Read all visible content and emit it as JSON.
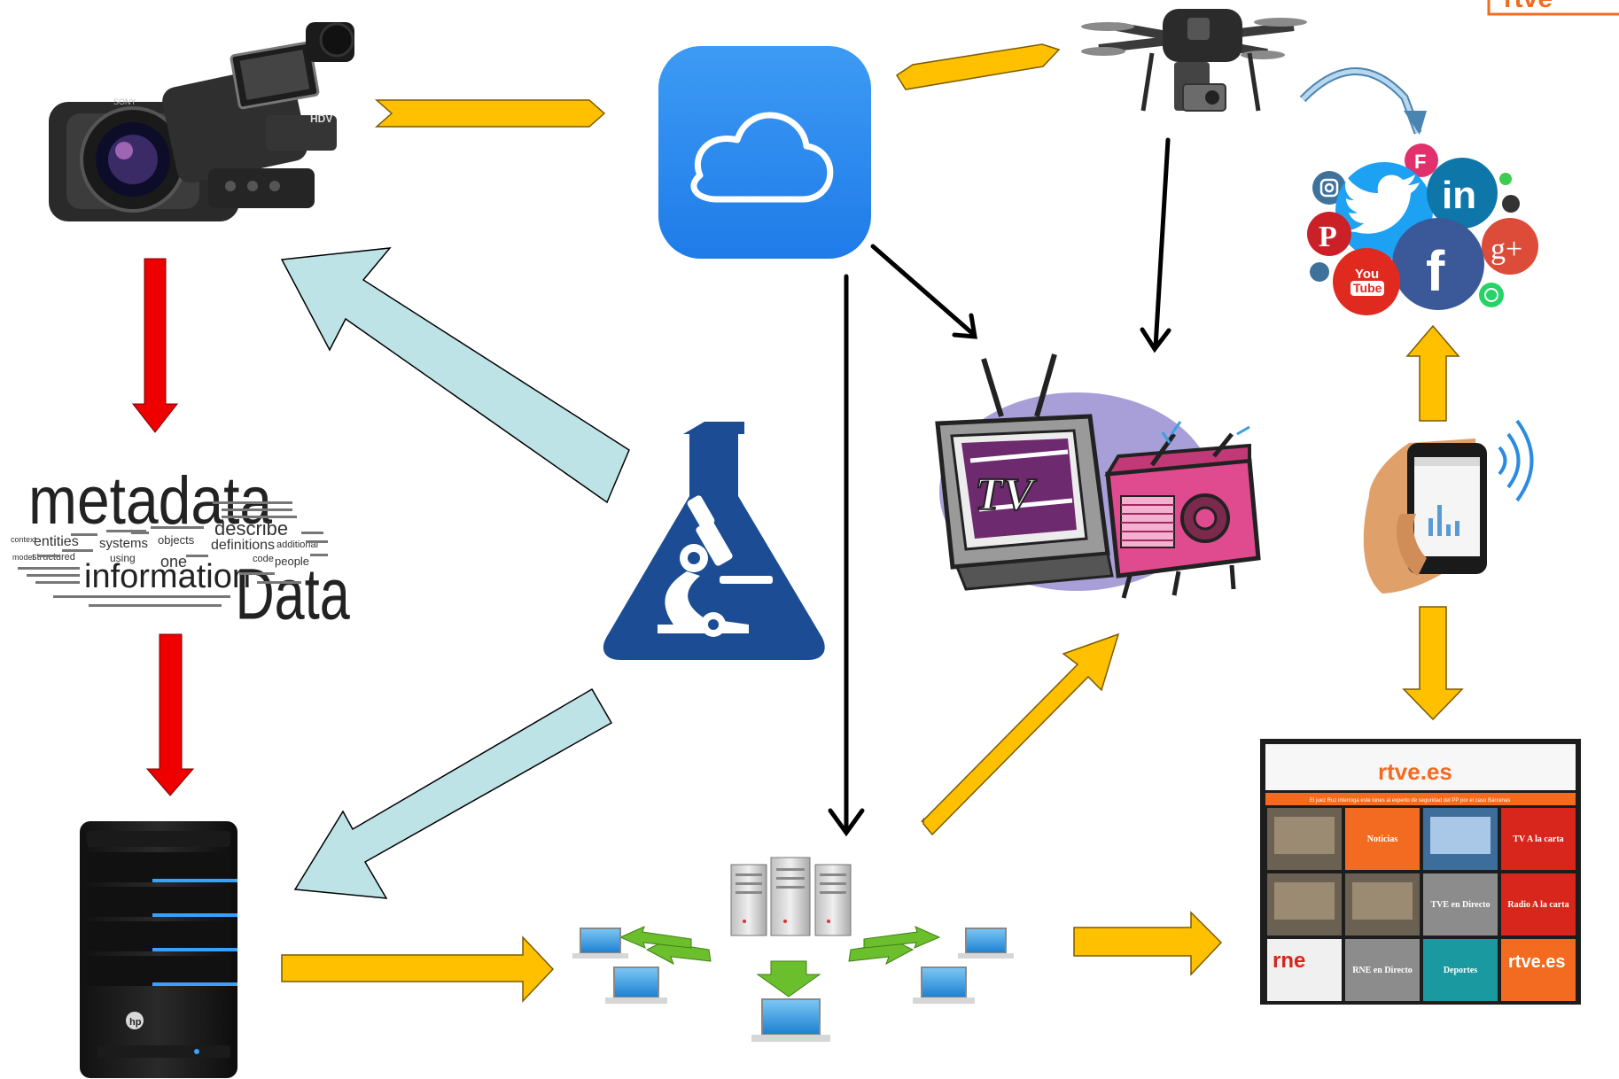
{
  "colors": {
    "yellow_arrow": "#FFC000",
    "red_arrow": "#EE0000",
    "lightblue_arrow": "#BDE3E6",
    "black_arrow": "#000000",
    "icloud_blue": "#2C8CF2",
    "flask_blue": "#1C4C94",
    "rtve_orange": "#F26B21"
  },
  "icons": {
    "camcorder": "video-camera-icon",
    "cloud": "icloud-icon",
    "drone": "drone-icon",
    "social": "social-networks-icon",
    "metadata": "metadata-word-cloud",
    "flask": "science-lab-flask-icon",
    "tv_radio": "tv-radio-icon",
    "smartphone": "smartphone-icon",
    "storage": "storage-server-icon",
    "network": "distribution-network-icon",
    "tablet": "rtve-tablet-app"
  },
  "camcorder": {
    "brand": "SONY",
    "badge": "HDV"
  },
  "metadata": {
    "w_metadata": "metadata",
    "w_data": "Data",
    "w_information": "information",
    "w_describe": "describe",
    "w_definitions": "definitions",
    "w_entities": "entities",
    "w_systems": "systems",
    "w_objects": "objects",
    "w_structured": "structured",
    "w_using": "using",
    "w_one": "one",
    "w_code": "code",
    "w_people": "people",
    "w_additional": "additional",
    "w_context": "context",
    "w_model": "model"
  },
  "social": {
    "twitter": "twitter-icon",
    "linkedin_text": "in",
    "facebook_text": "f",
    "gplus_text": "g+",
    "youtube_text_1": "You",
    "youtube_text_2": "Tube"
  },
  "tv": {
    "screen_text": "TV"
  },
  "storage": {
    "logo": "hp"
  },
  "corner_logo": "rtve",
  "tablet": {
    "logo": "rtve.es",
    "headline": "El juez Ruz interroga este lunes al experto de seguridad del PP por el caso Bárcenas",
    "tiles": [
      {
        "label": "",
        "kind": "photo"
      },
      {
        "label": "Noticias",
        "kind": "orange"
      },
      {
        "label": "",
        "kind": "photo-blue"
      },
      {
        "label": "TV A la carta",
        "kind": "red"
      },
      {
        "label": "",
        "kind": "photo"
      },
      {
        "label": "",
        "kind": "photo"
      },
      {
        "label": "TVE en Directo",
        "kind": "grey"
      },
      {
        "label": "Radio A la carta",
        "kind": "red"
      },
      {
        "label": "rne",
        "kind": "rne"
      },
      {
        "label": "RNE en Directo",
        "kind": "grey"
      },
      {
        "label": "Deportes",
        "kind": "teal"
      },
      {
        "label": "rtve.es",
        "kind": "orange-logo"
      }
    ]
  }
}
